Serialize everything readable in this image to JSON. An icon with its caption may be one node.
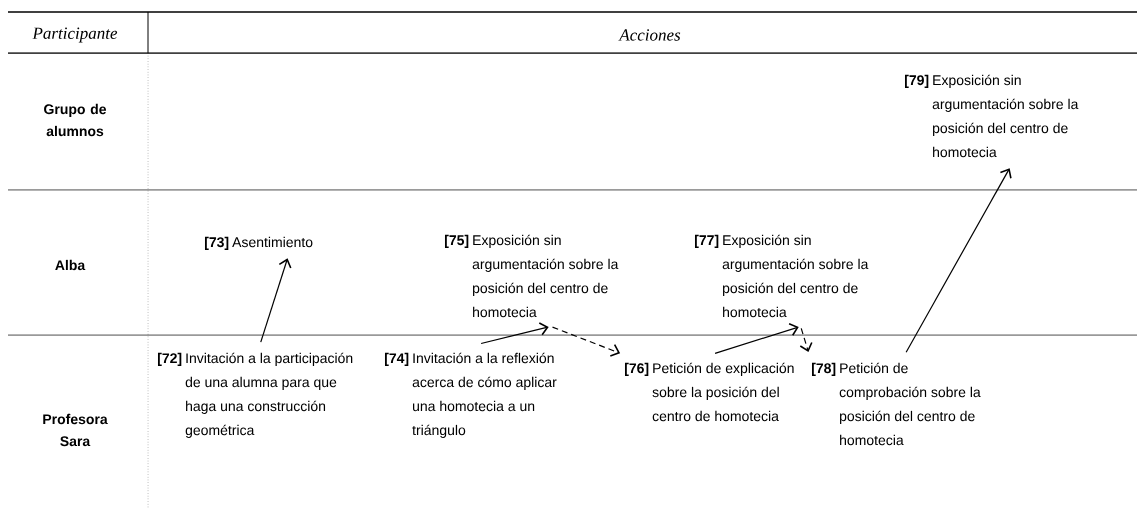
{
  "diagram": {
    "nodes": [
      {
        "text": [
          "[79]",
          "Exposición sin argumentación sobre la posición del centro de homotecia"
        ]
      },
      {
        "text": [
          "[73]",
          "Asentimiento"
        ]
      },
      {
        "text": [
          "[75]",
          "Exposición sin argumentación sobre la posición del centro de homotecia"
        ]
      },
      {
        "text": [
          "[77]",
          "Exposición sin argumentación sobre la posición del centro de homotecia"
        ]
      },
      {
        "text": [
          "[72]",
          "Invitación a la participación de una alumna para que haga una construcción geométrica"
        ]
      },
      {
        "text": [
          "[74]",
          "Invitación a la reflexión acerca de cómo aplicar una homotecia a un triángulo"
        ]
      },
      {
        "text": [
          "[76]",
          "Petición de explicación sobre la posición del centro de homotecia"
        ]
      },
      {
        "text": [
          "[78]",
          "Petición de comprobación sobre la posición del centro de homotecia"
        ]
      }
    ],
    "edges": [
      {
        "from": 4,
        "to": 1,
        "arrow": "to"
      },
      {
        "from": 5,
        "to": 2,
        "arrow": "to"
      },
      {
        "from": 2,
        "to": 6,
        "arrow": "to",
        "style": "dashed"
      },
      {
        "from": 6,
        "to": 3,
        "arrow": "to"
      },
      {
        "from": 3,
        "to": 7,
        "arrow": "to",
        "style": "dashed"
      },
      {
        "from": 7,
        "to": 0,
        "arrow": "to"
      }
    ],
    "labels": [
      "Participante",
      "Acciones",
      "Grupo de alumnos",
      "Alba",
      "Profesora Sara"
    ]
  }
}
